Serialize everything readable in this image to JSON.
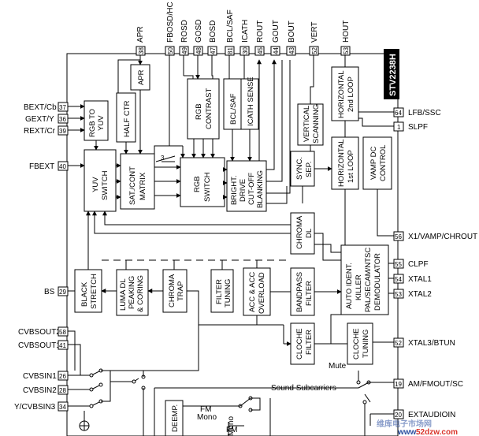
{
  "chip_name": "STV2238H",
  "top_pins": [
    {
      "label": "APR",
      "num": "38"
    },
    {
      "label": "FBOSD/HC",
      "num": "50"
    },
    {
      "label": "ROSD",
      "num": "49"
    },
    {
      "label": "GOSD",
      "num": "48"
    },
    {
      "label": "BOSD",
      "num": "47"
    },
    {
      "label": "BCL/SAF",
      "num": "81"
    },
    {
      "label": "ICATH",
      "num": "30"
    },
    {
      "label": "ROUT",
      "num": "45"
    },
    {
      "label": "GOUT",
      "num": "44"
    },
    {
      "label": "BOUT",
      "num": "43"
    },
    {
      "label": "VERT",
      "num": "52"
    },
    {
      "label": "HOUT",
      "num": "53"
    }
  ],
  "left_pins": [
    {
      "label": "BEXT/Cb",
      "num": "37"
    },
    {
      "label": "GEXT/Y",
      "num": "36"
    },
    {
      "label": "REXT/Cr",
      "num": "39"
    },
    {
      "label": "FBEXT",
      "num": "40"
    },
    {
      "label": "BS",
      "num": "29"
    },
    {
      "label": "CVBSOUT2",
      "num": "58"
    },
    {
      "label": "CVBSOUT1",
      "num": "41"
    },
    {
      "label": "CVBSIN1",
      "num": "26"
    },
    {
      "label": "CVBSIN2",
      "num": "28"
    },
    {
      "label": "Y/CVBSIN3",
      "num": "34"
    }
  ],
  "right_pins": [
    {
      "label": "LFB/SSC",
      "num": "64"
    },
    {
      "label": "SLPF",
      "num": "1"
    },
    {
      "label": "X1/VAMP/CHROUT",
      "num": "56"
    },
    {
      "label": "CLPF",
      "num": "55"
    },
    {
      "label": "XTAL1",
      "num": "54"
    },
    {
      "label": "XTAL2",
      "num": "53"
    },
    {
      "label": "XTAL3/BTUN",
      "num": "52"
    },
    {
      "label": "AM/FMOUT/SC",
      "num": "19"
    },
    {
      "label": "EXTAUDIOIN",
      "num": "20"
    }
  ],
  "blocks": {
    "rgb_to_yuv": [
      "RGB TO",
      "YUV"
    ],
    "yuv_switch": [
      "YUV",
      "SWITCH"
    ],
    "half_ctr": [
      "HALF CTR"
    ],
    "apr": [
      "APR"
    ],
    "sat_cont_matrix": [
      "SAT./CONT",
      "MATRIX"
    ],
    "rgb_contrast": [
      "RGB",
      "CONTRAST"
    ],
    "bcl_saf": [
      "BCL/SAF"
    ],
    "icath_sense": [
      "ICATH SENSE"
    ],
    "rgb_switch": [
      "RGB",
      "SWITCH"
    ],
    "bright_drive": [
      "BRIGHT.",
      "DRIVE",
      "CUT-OFF",
      "BLANKING"
    ],
    "vertical_scanning": [
      "VERTICAL",
      "SCANNING"
    ],
    "horizontal_2nd_loop": [
      "HORIZONTAL",
      "2nd LOOP"
    ],
    "sync_sep": [
      "SYNC.",
      "SEP."
    ],
    "horizontal_1st_loop": [
      "HORIZONTAL",
      "1st LOOP"
    ],
    "vamp_dc_control": [
      "VAMP DC",
      "CONTROL"
    ],
    "chroma_dl": [
      "CHROMA",
      "DL"
    ],
    "auto_ident": [
      "AUTO IDENT.",
      "KILLER",
      "PAL/SECAM/NTSC",
      "DEMODULATOR"
    ],
    "black_stretch": [
      "BLACK",
      "STRETCH"
    ],
    "luma_dl": [
      "LUMA DL",
      "PEAKING",
      "& CORING"
    ],
    "chroma_trap": [
      "CHROMA",
      "TRAP"
    ],
    "filter_tuning": [
      "FILTER",
      "TUNING"
    ],
    "acc_overload": [
      "ACC & ACC",
      "OVERLOAD"
    ],
    "bandpass_filter": [
      "BANDPASS",
      "FILTER"
    ],
    "cloche_filter": [
      "CLOCHE",
      "FILTER"
    ],
    "cloche_tuning": [
      "CLOCHE",
      "TUNING"
    ],
    "deemp": [
      "DEEMP."
    ]
  },
  "labels": {
    "mute": "Mute",
    "sound_subcarriers": "Sound Subcarriers",
    "fm_mono_1": "FM",
    "fm_mono_2": "Mono",
    "fm_mono_b1": "FM",
    "fm_mono_b2": "Mono",
    "switch_num": "3"
  },
  "watermark": {
    "text1": "维库电子市场网",
    "text2": "www.",
    "text3": "52dzw.com"
  }
}
